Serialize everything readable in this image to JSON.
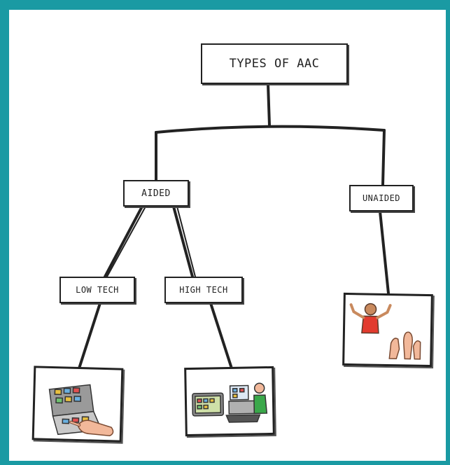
{
  "diagram": {
    "root": "TYPES OF AAC",
    "aided": "AIDED",
    "unaided": "UNAIDED",
    "low_tech": "LOW TECH",
    "high_tech": "HIGH TECH"
  },
  "colors": {
    "frame_border": "#1a9aa3",
    "line": "#222222"
  },
  "icons": {
    "low_tech": "communication-board-with-pointing-hand",
    "high_tech": "speech-device-and-computer-user",
    "unaided": "signing-person-and-hands"
  }
}
